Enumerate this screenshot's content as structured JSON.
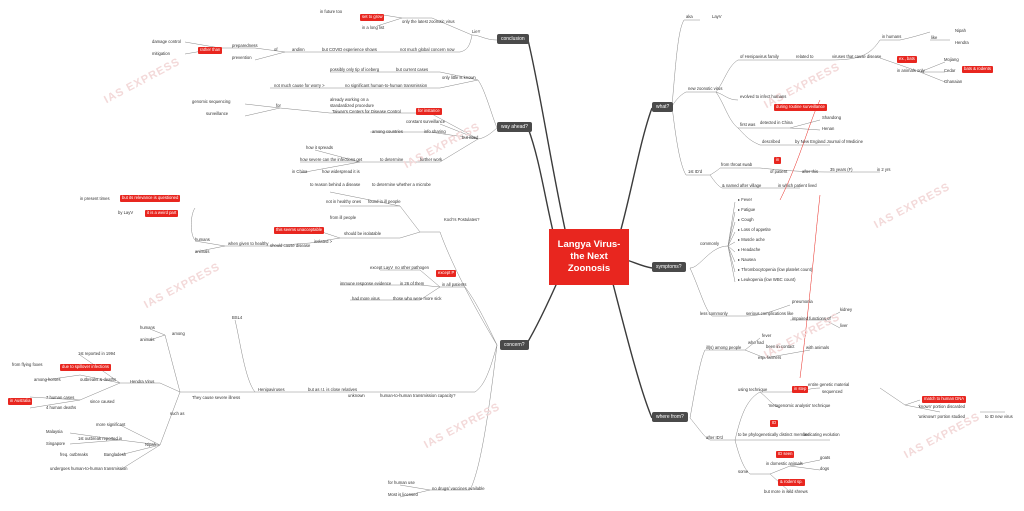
{
  "central": {
    "line1": "Langya Virus-",
    "line2": "the Next",
    "line3": "Zoonosis"
  },
  "watermark": "IAS EXPRESS",
  "branches": {
    "what": "what?",
    "symptoms": "symptoms?",
    "where": "where from?",
    "conclusion": "conclusion",
    "way": "way ahead?",
    "concern": "concern?"
  },
  "what": {
    "aka": "aka",
    "layv": "LayV",
    "newvirus": "new zoonotic virus",
    "henipa": "of Henipavirus family",
    "related": "related to",
    "viruses": "viruses that cause disease",
    "inhumans": "in humans",
    "like": "like",
    "nipah": "Nipah",
    "hendra": "Hendra",
    "ex": "ex., bats",
    "animals": "in animals only",
    "mojiang": "Mojiang",
    "cedar": "Cedar",
    "ghanaian": "Ghanaian",
    "rodents": "bats & rodents",
    "evolved": "evolved to infect humans",
    "firstwas": "first was",
    "detected": "detected in China",
    "during": "during routine surveillance",
    "shandong": "Shandong",
    "henan": "Henan",
    "described": "described",
    "nejm": "by New England Journal of Medicine",
    "firstid": "1st ID'd",
    "throat": "from throat swab",
    "ofpatient": "of patient",
    "yearsold": "35 years (F)",
    "inyrs": "in 2 yrs",
    "afterthis": "after this",
    "named": "& named after village",
    "wherelived": "in which patient lived",
    "red3": "in"
  },
  "symptoms": {
    "commonly": "commonly",
    "list": [
      "Fever",
      "Fatigue",
      "Cough",
      "Loss of appetite",
      "Muscle ache",
      "Headache",
      "Nausea",
      "Thrombocytopenia (low platelet count)",
      "Leukopenia (low WBC count)"
    ],
    "less": "less commonly",
    "serious": "serious complications like",
    "pneumonia": "pneumonia",
    "impaired": "impaired functions of",
    "kidney": "kidney",
    "liver": "liver"
  },
  "where": {
    "ill": "ill(s) among people",
    "whohad": "who had",
    "fever": "fever",
    "recent": "been in contact",
    "withanimals": "with animals",
    "esp": "esp. farmers",
    "usingtech": "using technique",
    "red1": "in step",
    "entire": "entire genetic material",
    "sequenced": "sequenced",
    "matchgen": "match to human DNA",
    "known": "'known' portion discarded",
    "unknown": "'unknown' portion studied",
    "tonew": "to ID new virus",
    "meta": "'metagenomic analysis' technique",
    "after": "after ID'd",
    "red2": "ID",
    "tobe": "to be phylogenetically distinct member",
    "indicating": "indicating evolution",
    "some": "some",
    "red4": "ID seen",
    "indomestic": "in domestic animals",
    "goats": "goats",
    "dogs": "dogs",
    "red5": "& rodent sp.",
    "butmore": "but more in wild shrews"
  },
  "conclusion": {
    "lie": "LieY",
    "onlylatest": "only the latest zoonotic virus",
    "infuture": "in future too",
    "red1": "set to grow",
    "inalong": "in a long list",
    "butcovid": "but COVID experience shows",
    "notmuch": "not much global concern now",
    "andinn": "andinn",
    "of": "of",
    "preparedness": "preparedness",
    "prevention": "prevention",
    "red2": "rather than",
    "damage": "damage control",
    "mitigation": "mitigation"
  },
  "way": {
    "onlylittle": "only little is known",
    "possibly": "possibly only tip of iceberg",
    "butcurrent": "but current cases",
    "notmuch": "not much cause for worry >",
    "nosignificant": "no significant human-to-human transmission",
    "butneed": "but need",
    "already": "already working on a",
    "standardized": "standardized procedure",
    "taiwan": "Taiwan's Centers for Disease Control",
    "red1": "for instance",
    "for": "for",
    "genomic": "genomic sequencing",
    "surveillance": "surveillance",
    "constant": "constant surveillance",
    "among": "among countries",
    "info": "info sharing",
    "further": "further work",
    "todetermine": "to determine",
    "how": "how it spreads",
    "howsevere": "how severe can the infections get",
    "inchina": "in China",
    "widespread": "how widespread it is"
  },
  "concern": {
    "koch": "Koch's Postulates?",
    "toreason": "to reason behind a disease",
    "todetermine": "to determine whether a microbe",
    "found": "found in ill people",
    "notinhealthy": "not in healthy ones",
    "fromill": "from ill people",
    "isolate": "should be isolatable",
    "isolated": "isolated >",
    "shouldcause": "should cause disease",
    "red1": "this seems unacceptable",
    "when": "when given to healthy",
    "humans": "humans",
    "animals": "animals",
    "red2": "but its relevance is questioned",
    "inpresent": "in present times",
    "red3": "it is a weird part",
    "bylayv": "by LayV",
    "except": "except LayV",
    "noother": "no other pathogen",
    "red4": "except P",
    "inall": "in all patients",
    "immune": "immune response evidence",
    "in26": "in 26 of them",
    "hadmore": "had more virus",
    "thosewho": "those who were more sick",
    "bsl": "BSL4",
    "theycause": "They cause severe illness",
    "henipavirus": "Henipaviruses",
    "butaslt": "but as r.t. is close relatives",
    "unknown": "unknown",
    "humantohuman": "human-to-human transmission capacity?",
    "among": "among",
    "c_humans": "humans",
    "c_animals": "animals",
    "suchas": "such as",
    "hendra": "Hendra Virus",
    "first1994": "1st reported in 1994",
    "red5": "due to spillover infections",
    "fromflying": "from flying foxes",
    "outbreaks": "outbreaks & deaths",
    "amonghorses": "among horses",
    "sevencases": "7 human cases",
    "fourdeaths": "4 human deaths",
    "sinceused": "since caused",
    "red6": "in Australia",
    "nipah": "Nipah",
    "moresig": "more significant",
    "firstoutbreak": "1st outbreak reported in",
    "malaysia": "Malaysia",
    "singapore": "Singapore",
    "bangladesh": "Bangladesh",
    "frequent": "freq. outbreaks",
    "undergoes": "undergoes human-to-human transmission",
    "nodrugs": "no drugs/ vaccines available",
    "forhuman": "for human use",
    "most": "Most is licensed"
  }
}
